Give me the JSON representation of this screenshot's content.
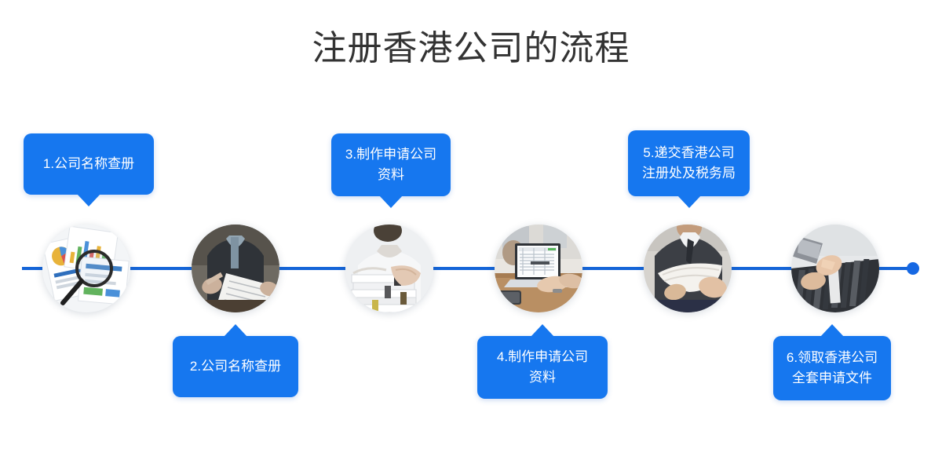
{
  "page": {
    "title": "注册香港公司的流程",
    "background_color": "#ffffff",
    "accent_color": "#1677ef",
    "line_color": "#1565d8",
    "title_color": "#333333"
  },
  "timeline": {
    "orientation": "horizontal",
    "end_marker": "dot",
    "steps": [
      {
        "number": "1",
        "label": "1.公司名称查册",
        "position": "above",
        "image": "documents-magnifier-photo"
      },
      {
        "number": "2",
        "label": "2.公司名称查册",
        "position": "below",
        "image": "businessman-reviewing-documents-photo"
      },
      {
        "number": "3",
        "label": "3.制作申请公司\n资料",
        "position": "above",
        "image": "person-holding-file-stack-photo"
      },
      {
        "number": "4",
        "label": "4.制作申请公司\n资料",
        "position": "below",
        "image": "laptop-typing-desk-photo"
      },
      {
        "number": "5",
        "label": "5.递交香港公司\n注册处及税务局",
        "position": "above",
        "image": "businessman-handing-papers-photo"
      },
      {
        "number": "6",
        "label": "6.领取香港公司\n全套申请文件",
        "position": "below",
        "image": "hands-sorting-file-folders-photo"
      }
    ]
  }
}
